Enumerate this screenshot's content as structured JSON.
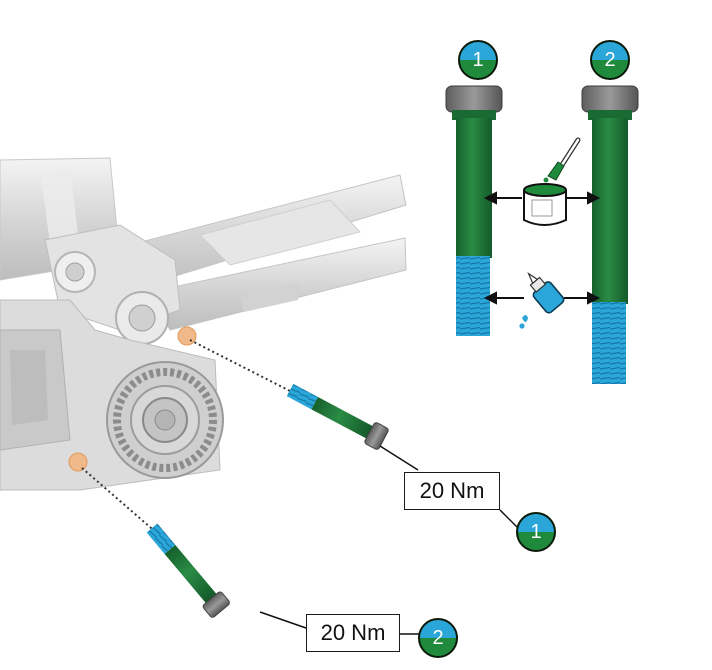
{
  "labels": {
    "step1": "1",
    "step2": "2",
    "torque1": "20 Nm",
    "torque2": "20 Nm"
  },
  "icons": {
    "grease": "grease-brush-icon",
    "threadlock": "threadlock-bottle-icon"
  },
  "colors": {
    "bolt_green": "#1f7a3a",
    "thread_blue": "#2aa7d8",
    "badge_top": "#2aa7d8",
    "badge_bottom": "#1f8a3c",
    "frame_grey": "#d9d9d9"
  }
}
